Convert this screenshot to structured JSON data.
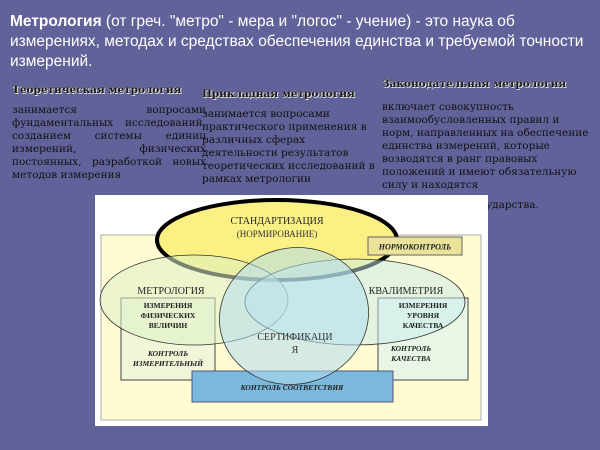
{
  "title": {
    "bold": "Метрология",
    "rest": " (от греч. \"метро\" - мера и \"логос\" - учение) - это наука об измерениях, методах и средствах обеспечения единства и требуемой точности измерений."
  },
  "columns": [
    {
      "heading": "Теоретическая метрология",
      "body": "занимается вопросами фундаментальных исследований, созданием системы единиц измерений, физических постоянных, разработкой новых методов измерения"
    },
    {
      "heading": "Прикладная метрология",
      "body": "занимается вопросами практического применения в различных сферах деятельности результатов теоретических исследований в рамках метрологии"
    },
    {
      "heading": "Законодательная метрология",
      "body": "включает совокупность взаимообусловленных правил и норм, направленных на обеспечение единства измерений, которые возводятся в ранг правовых положений и имеют обязательную силу и находятся",
      "tail": "ударства."
    }
  ],
  "diagram": {
    "standardization": "СТАНДАРТИЗАЦИЯ",
    "standardization_sub": "(НОРМИРОВАНИЕ)",
    "normokontrol": "НОРМОКОНТРОЛЬ",
    "metrology": "МЕТРОЛОГИЯ",
    "qualimetry": "КВАЛИМЕТРИЯ",
    "certification_1": "СЕРТИФИКАЦИ",
    "certification_2": "Я",
    "left_box": [
      "ИЗМЕРЕНИЯ",
      "ФИЗИЧЕСКИХ",
      "ВЕЛИЧИН"
    ],
    "left_box_control": [
      "КОНТРОЛЬ",
      "ИЗМЕРИТЕЛЬНЫЙ"
    ],
    "right_box": [
      "ИЗМЕРЕНИЯ",
      "УРОВНЯ",
      "КАЧЕСТВА"
    ],
    "right_box_control": [
      "КОНТРОЛЬ",
      "КАЧЕСТВА"
    ],
    "conformity": "КОНТРОЛЬ СООТВЕТСТВИЯ"
  }
}
